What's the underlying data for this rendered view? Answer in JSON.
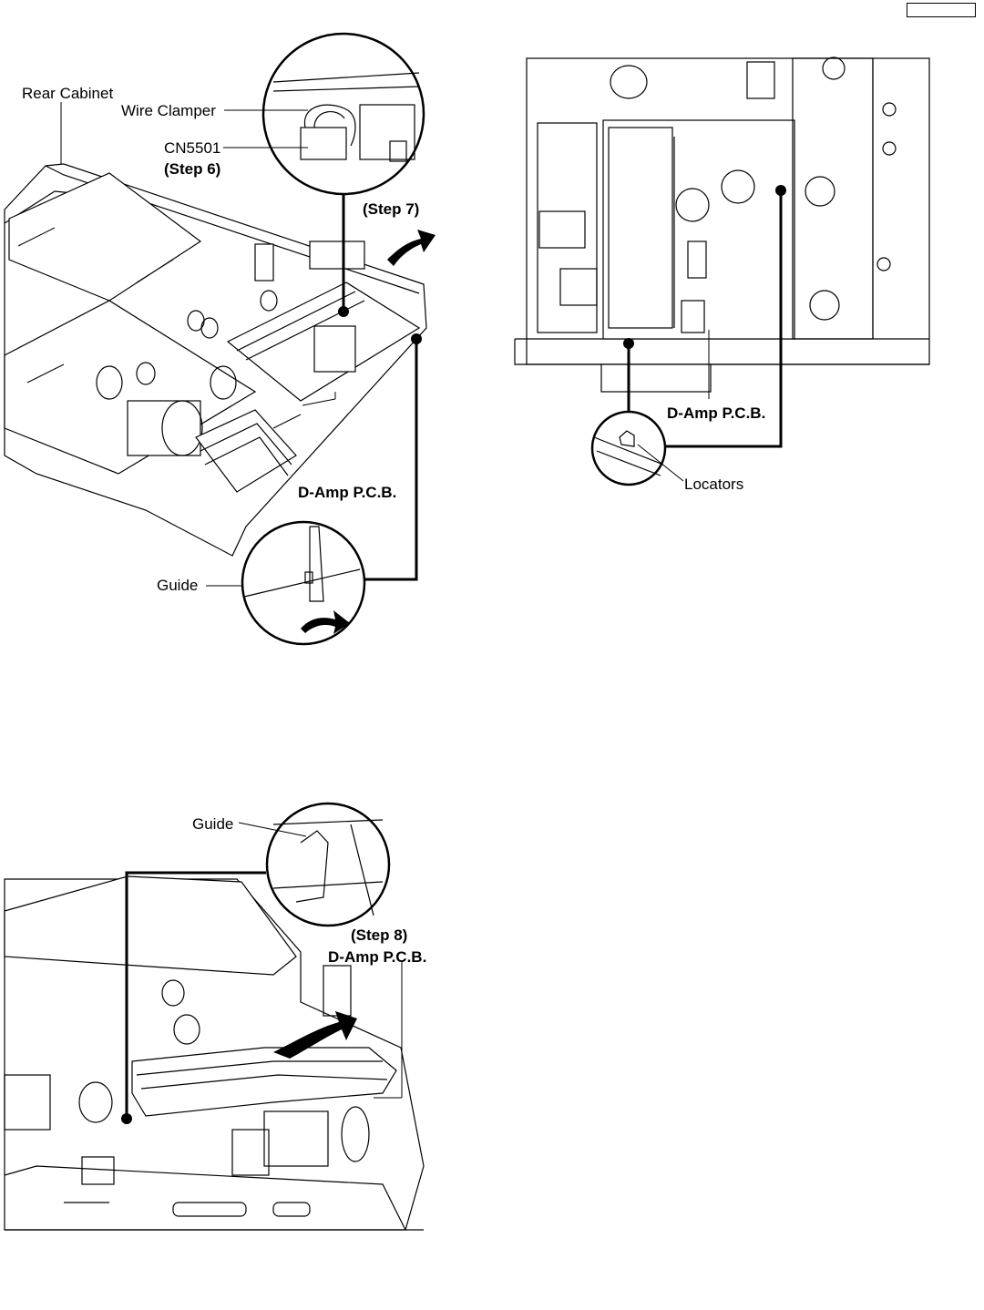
{
  "page_number_box": "",
  "figure_top_left": {
    "rear_cabinet": "Rear Cabinet",
    "wire_clamper": "Wire Clamper",
    "connector": "CN5501",
    "step6": "(Step 6)",
    "step7": "(Step 7)",
    "pcb": "D-Amp P.C.B.",
    "guide": "Guide"
  },
  "figure_top_right": {
    "pcb": "D-Amp P.C.B.",
    "locators": "Locators"
  },
  "figure_bottom": {
    "guide": "Guide",
    "step8": "(Step 8)",
    "pcb": "D-Amp P.C.B."
  }
}
